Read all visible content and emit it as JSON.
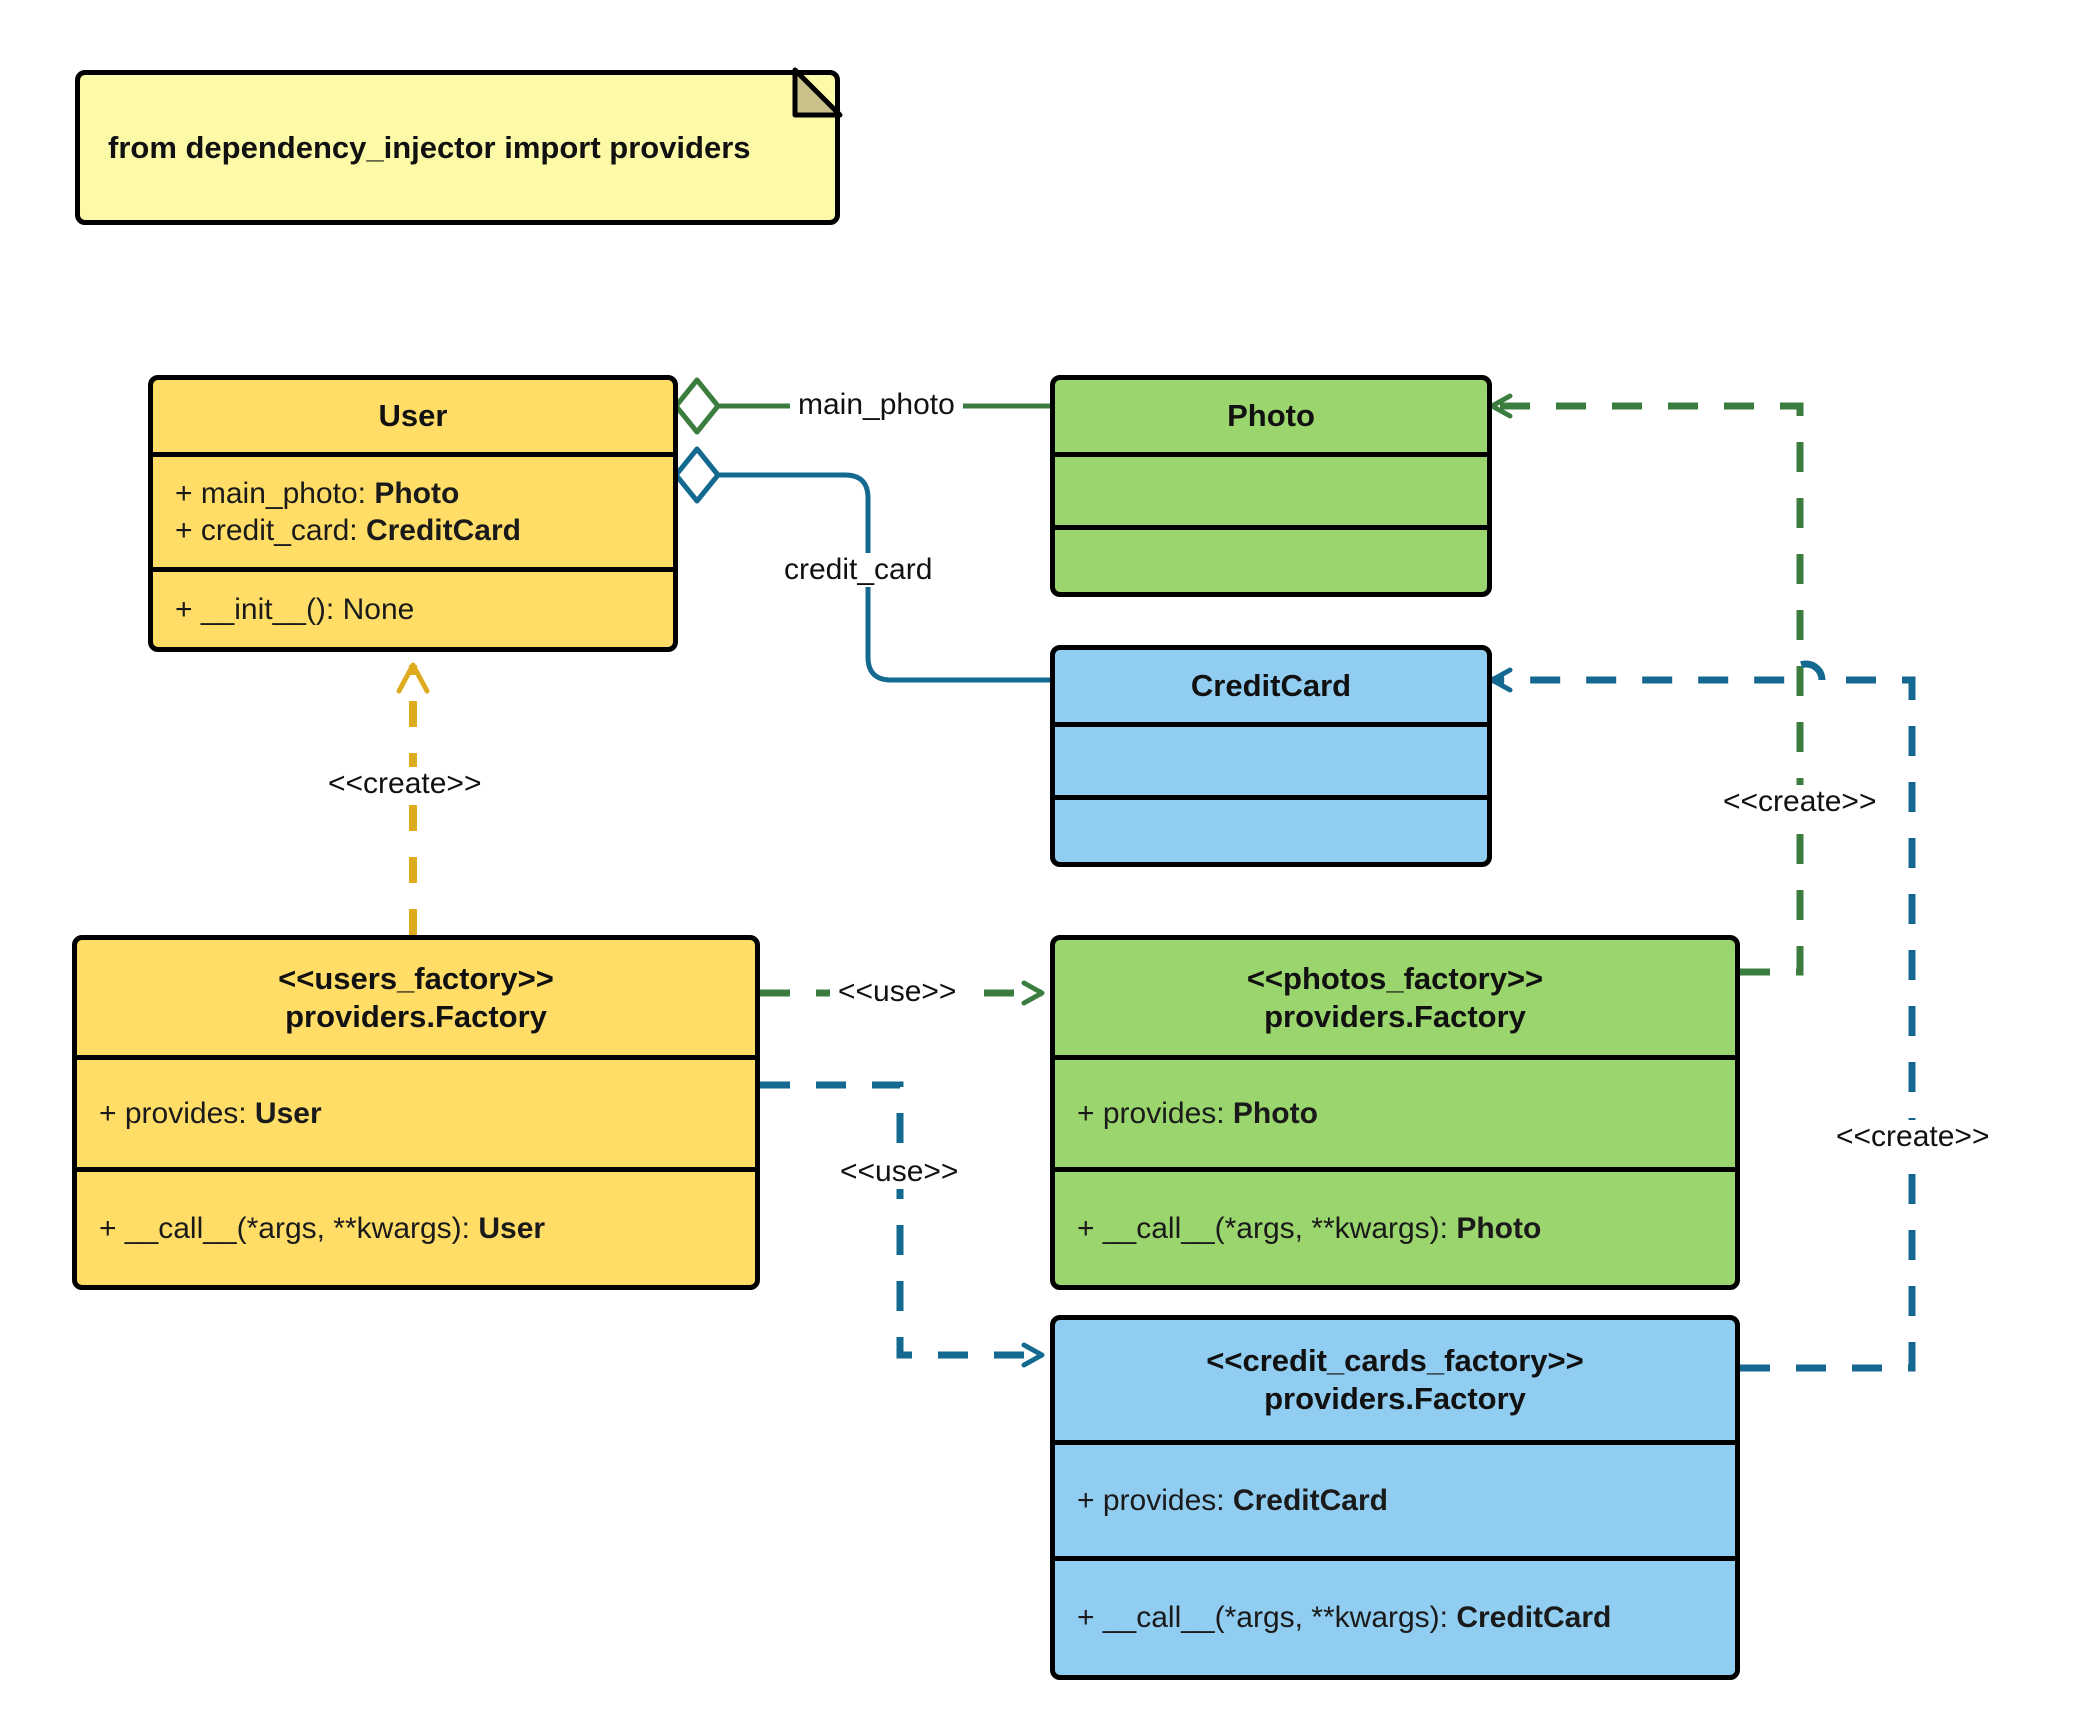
{
  "diagram": {
    "type": "uml-class-diagram",
    "title": "dependency_injector providers factory diagram",
    "colors": {
      "user_fill": "#ffdd67",
      "photo_fill": "#9ad56d",
      "creditcard_fill": "#90cdf0",
      "note_fill": "#fdfaa7",
      "border": "#000000",
      "green_edge": "#3b7d3f",
      "blue_edge": "#13698f",
      "orange_edge": "#deab1e"
    }
  },
  "note": {
    "name": "import-note",
    "text": "from dependency_injector import providers"
  },
  "classes": [
    {
      "id": "user",
      "name": "User",
      "title_lines": [
        "User"
      ],
      "attributes": [
        "+ main_photo: Photo",
        "+ credit_card: CreditCard"
      ],
      "attributes_rich": [
        {
          "prefix": "+ main_photo: ",
          "type": "Photo"
        },
        {
          "prefix": "+ credit_card: ",
          "type": "CreditCard"
        }
      ],
      "methods": [
        "+ __init__(): None"
      ],
      "methods_rich": [
        {
          "prefix": "+ __init__(): None",
          "type": ""
        }
      ]
    },
    {
      "id": "photo",
      "name": "Photo",
      "title_lines": [
        "Photo"
      ],
      "attributes": [],
      "methods": []
    },
    {
      "id": "creditcard",
      "name": "CreditCard",
      "title_lines": [
        "CreditCard"
      ],
      "attributes": [],
      "methods": []
    },
    {
      "id": "users_factory",
      "name": "users_factory",
      "title_lines": [
        "<<users_factory>>",
        "providers.Factory"
      ],
      "attributes_rich": [
        {
          "prefix": "+ provides: ",
          "type": "User"
        }
      ],
      "methods_rich": [
        {
          "prefix": "+ __call__(*args, **kwargs): ",
          "type": "User"
        }
      ]
    },
    {
      "id": "photos_factory",
      "name": "photos_factory",
      "title_lines": [
        "<<photos_factory>>",
        "providers.Factory"
      ],
      "attributes_rich": [
        {
          "prefix": "+ provides: ",
          "type": "Photo"
        }
      ],
      "methods_rich": [
        {
          "prefix": "+ __call__(*args, **kwargs): ",
          "type": "Photo"
        }
      ]
    },
    {
      "id": "credit_cards_factory",
      "name": "credit_cards_factory",
      "title_lines": [
        "<<credit_cards_factory>>",
        "providers.Factory"
      ],
      "attributes_rich": [
        {
          "prefix": "+ provides: ",
          "type": "CreditCard"
        }
      ],
      "methods_rich": [
        {
          "prefix": "+ __call__(*args, **kwargs): ",
          "type": "CreditCard"
        }
      ]
    }
  ],
  "edges": [
    {
      "id": "user-main-photo",
      "label": "main_photo",
      "kind": "aggregation",
      "from": "user",
      "to": "photo",
      "color": "#3b7d3f"
    },
    {
      "id": "user-credit-card",
      "label": "credit_card",
      "kind": "aggregation",
      "from": "user",
      "to": "creditcard",
      "color": "#13698f"
    },
    {
      "id": "users-factory-creates-user",
      "label": "<<create>>",
      "kind": "dependency",
      "from": "users_factory",
      "to": "user",
      "color": "#deab1e"
    },
    {
      "id": "users-factory-uses-photos-factory",
      "label": "<<use>>",
      "kind": "dependency",
      "from": "users_factory",
      "to": "photos_factory",
      "color": "#3b7d3f"
    },
    {
      "id": "users-factory-uses-credit-cards-factory",
      "label": "<<use>>",
      "kind": "dependency",
      "from": "users_factory",
      "to": "credit_cards_factory",
      "color": "#13698f"
    },
    {
      "id": "photos-factory-creates-photo",
      "label": "<<create>>",
      "kind": "dependency",
      "from": "photos_factory",
      "to": "photo",
      "color": "#3b7d3f"
    },
    {
      "id": "credit-cards-factory-creates-credit-card",
      "label": "<<create>>",
      "kind": "dependency",
      "from": "credit_cards_factory",
      "to": "creditcard",
      "color": "#13698f"
    }
  ]
}
